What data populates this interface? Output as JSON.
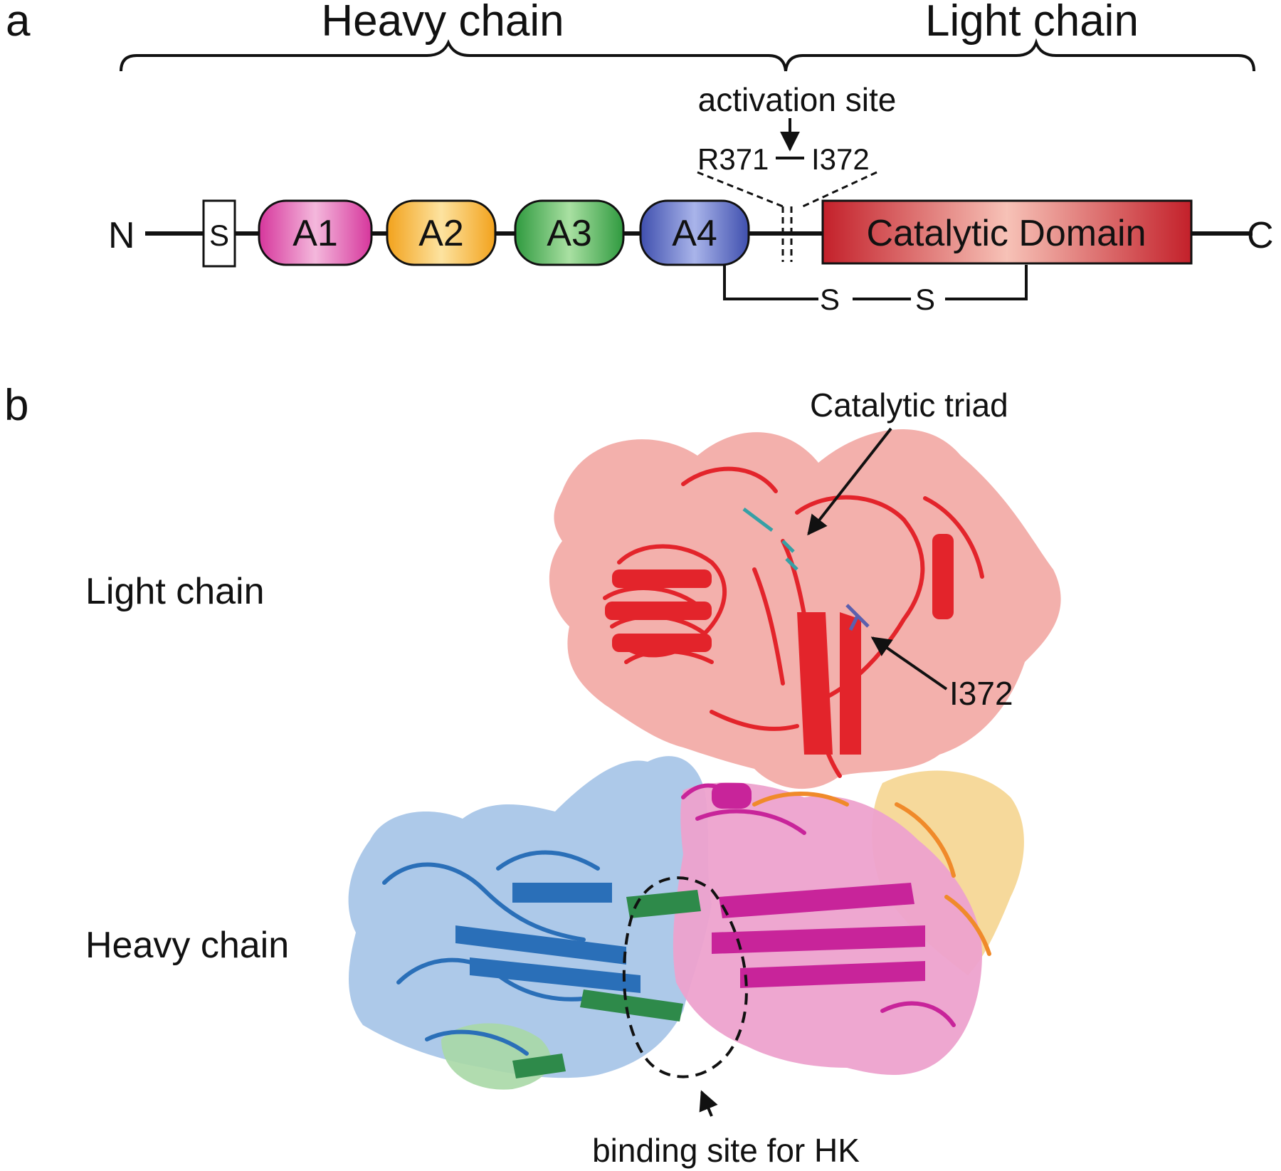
{
  "panel_a": {
    "panel_label": "a",
    "heavy_chain": "Heavy chain",
    "light_chain": "Light chain",
    "activation_site": "activation site",
    "residue_left": "R371",
    "residue_right": "I372",
    "n_terminus": "N",
    "c_terminus": "C",
    "signal_box": "S",
    "domains": [
      {
        "label": "A1",
        "color": "#d6369c"
      },
      {
        "label": "A2",
        "color": "#f2a21c"
      },
      {
        "label": "A3",
        "color": "#2f9a3f"
      },
      {
        "label": "A4",
        "color": "#3f4fae"
      }
    ],
    "catalytic_domain": "Catalytic Domain",
    "catalytic_color": "#c3202a",
    "disulfide_left": "S",
    "disulfide_right": "S"
  },
  "panel_b": {
    "panel_label": "b",
    "light_chain": "Light chain",
    "heavy_chain": "Heavy chain",
    "catalytic_triad": "Catalytic triad",
    "i372": "I372",
    "binding_site": "binding site for HK",
    "colors": {
      "light_chain": "#e8242a",
      "a1": "#c8249a",
      "a2": "#f0b64a",
      "a3": "#3a9a52",
      "a4": "#2a6fb8"
    }
  }
}
